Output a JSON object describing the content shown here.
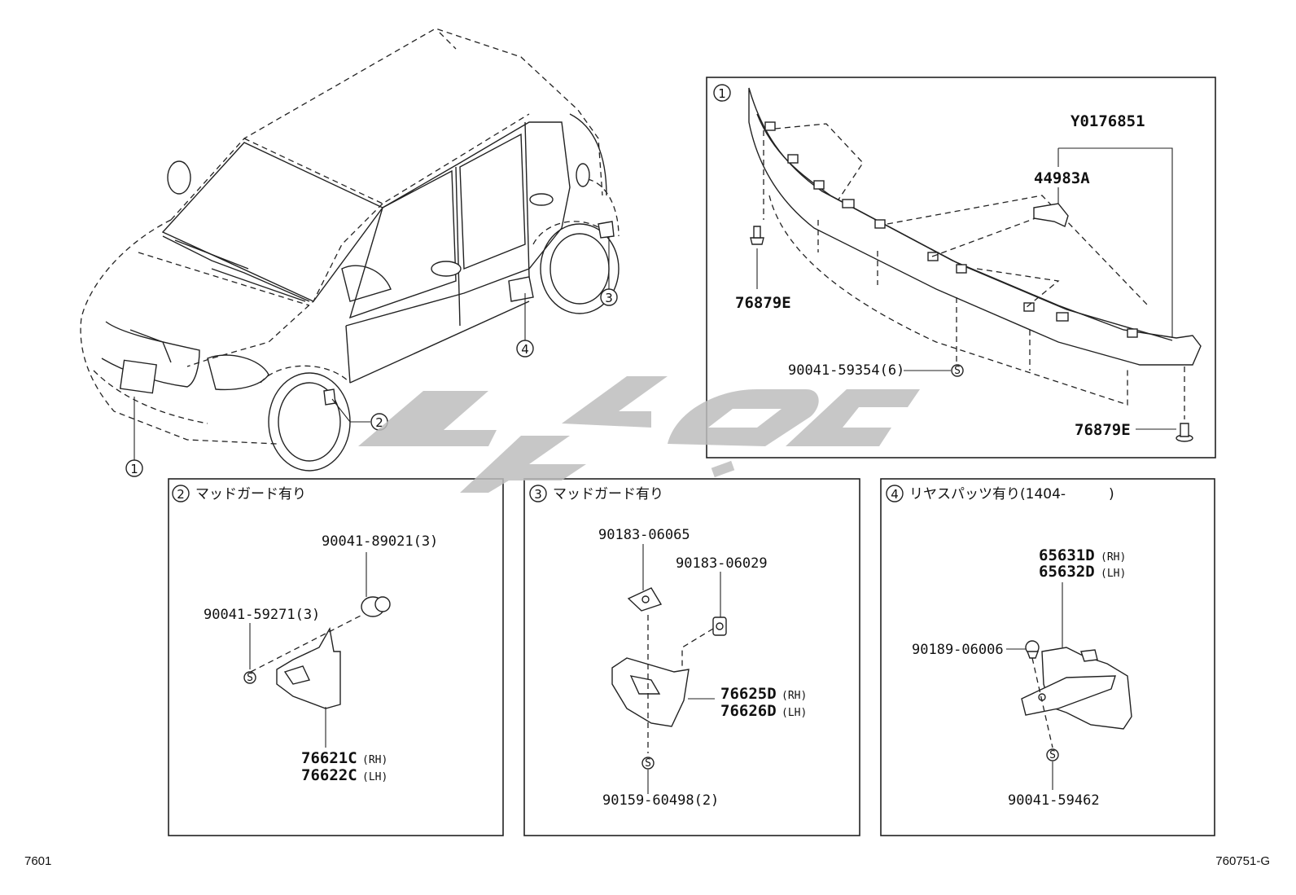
{
  "callouts": [
    "1",
    "2",
    "3",
    "4"
  ],
  "panel1": {
    "number": "1",
    "labels": {
      "assembly": "Y0176851",
      "bracket": "44983A",
      "clip_left": "76879E",
      "screw": "90041-59354(6)",
      "clip_right": "76879E"
    }
  },
  "panel2": {
    "number": "2",
    "title": "マッドガード有り",
    "labels": {
      "clip": "90041-89021(3)",
      "screw": "90041-59271(3)",
      "part_rh": "76621C",
      "part_lh": "76622C",
      "rh": "(RH)",
      "lh": "(LH)"
    }
  },
  "panel3": {
    "number": "3",
    "title": "マッドガード有り",
    "labels": {
      "nut1": "90183-06065",
      "nut2": "90183-06029",
      "part_rh": "76625D",
      "part_lh": "76626D",
      "rh": "(RH)",
      "lh": "(LH)",
      "screw": "90159-60498(2)"
    }
  },
  "panel4": {
    "number": "4",
    "title": "リヤスパッツ有り(1404-",
    "title_end": ")",
    "labels": {
      "part_rh": "65631D",
      "part_lh": "65632D",
      "rh": "(RH)",
      "lh": "(LH)",
      "clip": "90189-06006",
      "screw": "90041-59462"
    }
  },
  "screw_symbol": "S",
  "footer": {
    "left": "7601",
    "right": "760751-G"
  }
}
